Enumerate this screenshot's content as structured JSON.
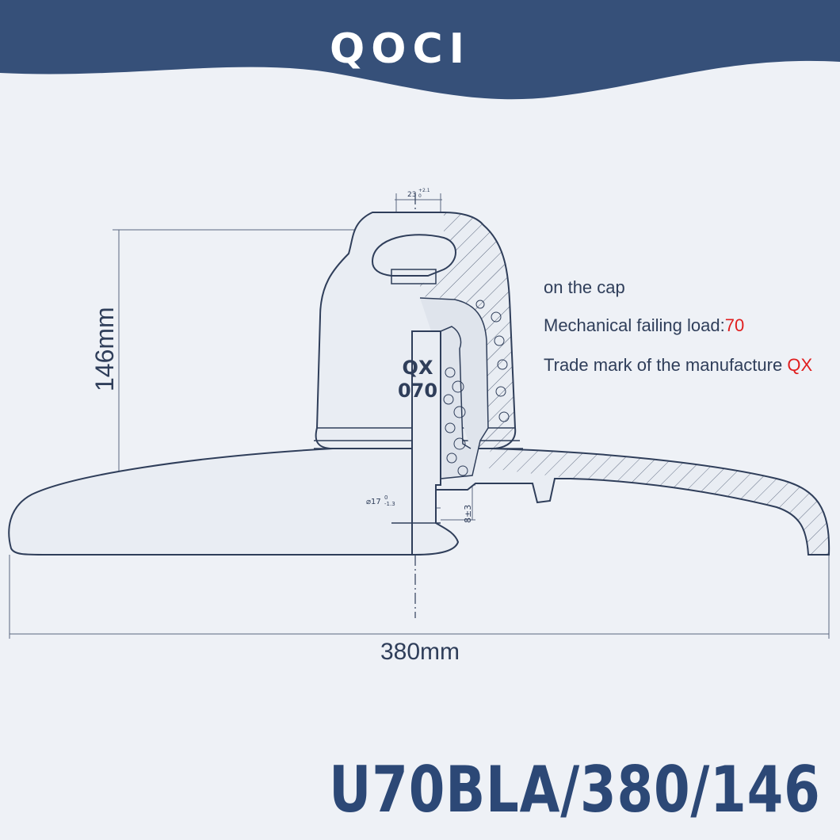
{
  "logo": {
    "text": "QOCI"
  },
  "specs": {
    "line1": "on the cap",
    "line2_label": "Mechanical failing load:",
    "line2_value": "70",
    "line3_label": "Trade mark of the manufacture ",
    "line3_value": "QX"
  },
  "cap_marking": {
    "line1": "QX",
    "line2": "070"
  },
  "dimensions": {
    "height": "146mm",
    "diameter": "380mm",
    "pin_width_main": "23",
    "pin_width_tol_upper": "+2.1",
    "pin_width_tol_lower": "0",
    "bore_main": "⌀17",
    "bore_tol_upper": "0",
    "bore_tol_lower": "-1.3",
    "gap": "8±3"
  },
  "model": {
    "text": "U70BLA/380/146"
  },
  "colors": {
    "header": "#365079",
    "background": "#eef1f6",
    "line": "#2f3e5a",
    "accent_red": "#e01e1e",
    "model_text": "#2c4876"
  }
}
